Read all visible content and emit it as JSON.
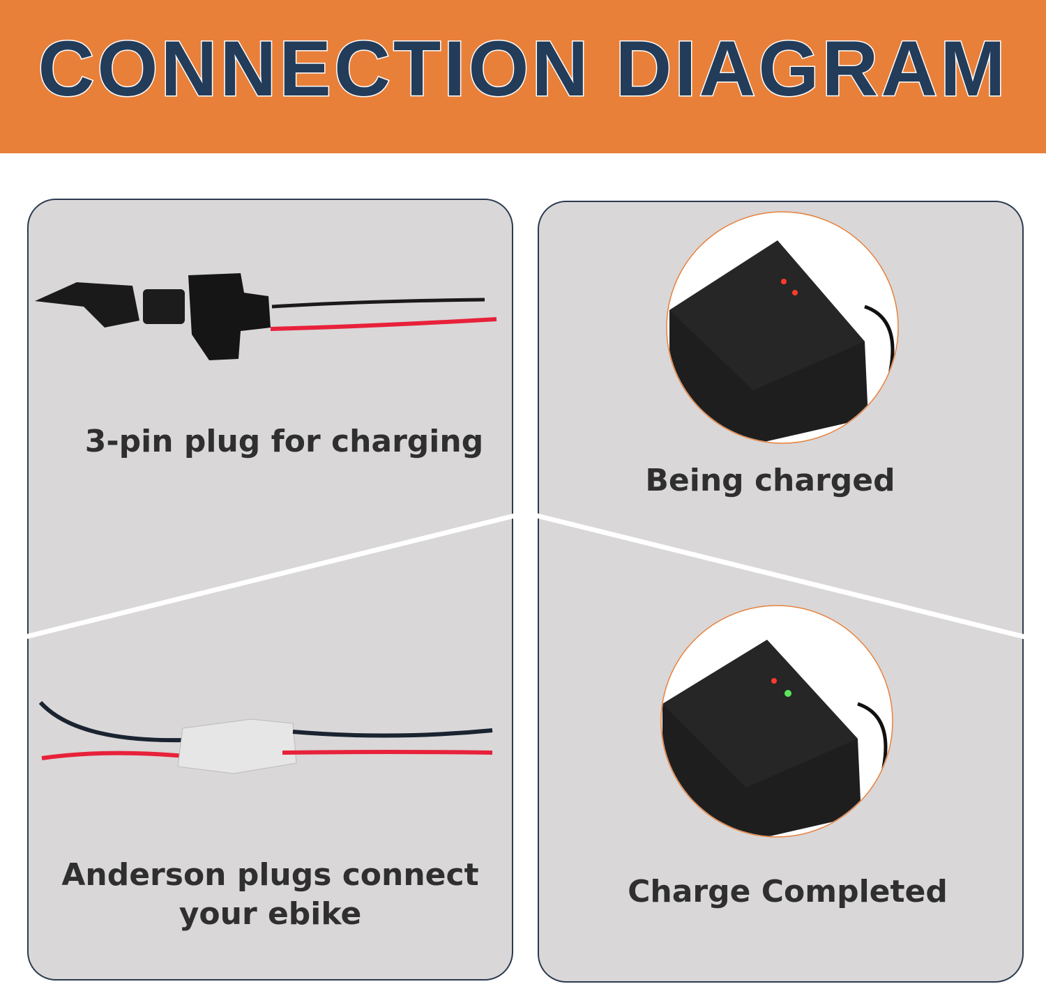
{
  "header": {
    "title": "CONNECTION DIAGRAM"
  },
  "panels": {
    "plug": {
      "label": "3-pin plug for charging"
    },
    "anderson": {
      "label_line1": "Anderson plugs connect",
      "label_line2": "your ebike"
    },
    "charging": {
      "label": "Being charged"
    },
    "completed": {
      "label": "Charge Completed"
    }
  },
  "colors": {
    "header": "#E8803A",
    "title": "#233C5A",
    "panel": "#D9D7D8",
    "led_red": "#FF3B2E",
    "led_green": "#5CE65C",
    "wire_red": "#E8213A"
  }
}
